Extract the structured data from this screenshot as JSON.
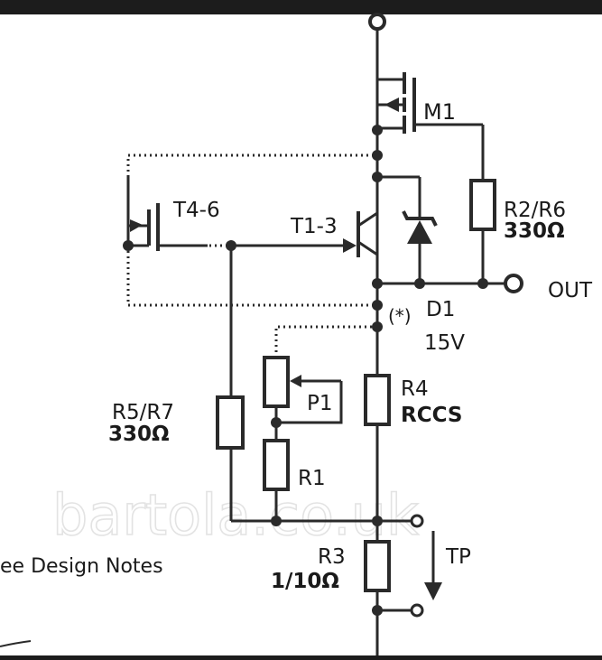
{
  "labels": {
    "m1": "M1",
    "t46": "T4-6",
    "t13": "T1-3",
    "r2r6": "R2/R6",
    "r2r6_val": "330Ω",
    "out": "OUT",
    "d1_mark": "(*)",
    "d1": "D1",
    "d1_val": "15V",
    "p1": "P1",
    "r4": "R4",
    "r4_val": "RCCS",
    "r5r7": "R5/R7",
    "r5r7_val": "330Ω",
    "r1": "R1",
    "r3": "R3",
    "r3_val": "1/10Ω",
    "tp": "TP",
    "notes": "ee Design Notes"
  },
  "watermark": "bartola.co.uk",
  "colors": {
    "ink": "#2a2a2a",
    "frame": "#1c1c1c",
    "background": "#ffffff",
    "watermark": "#e3e3e3"
  }
}
